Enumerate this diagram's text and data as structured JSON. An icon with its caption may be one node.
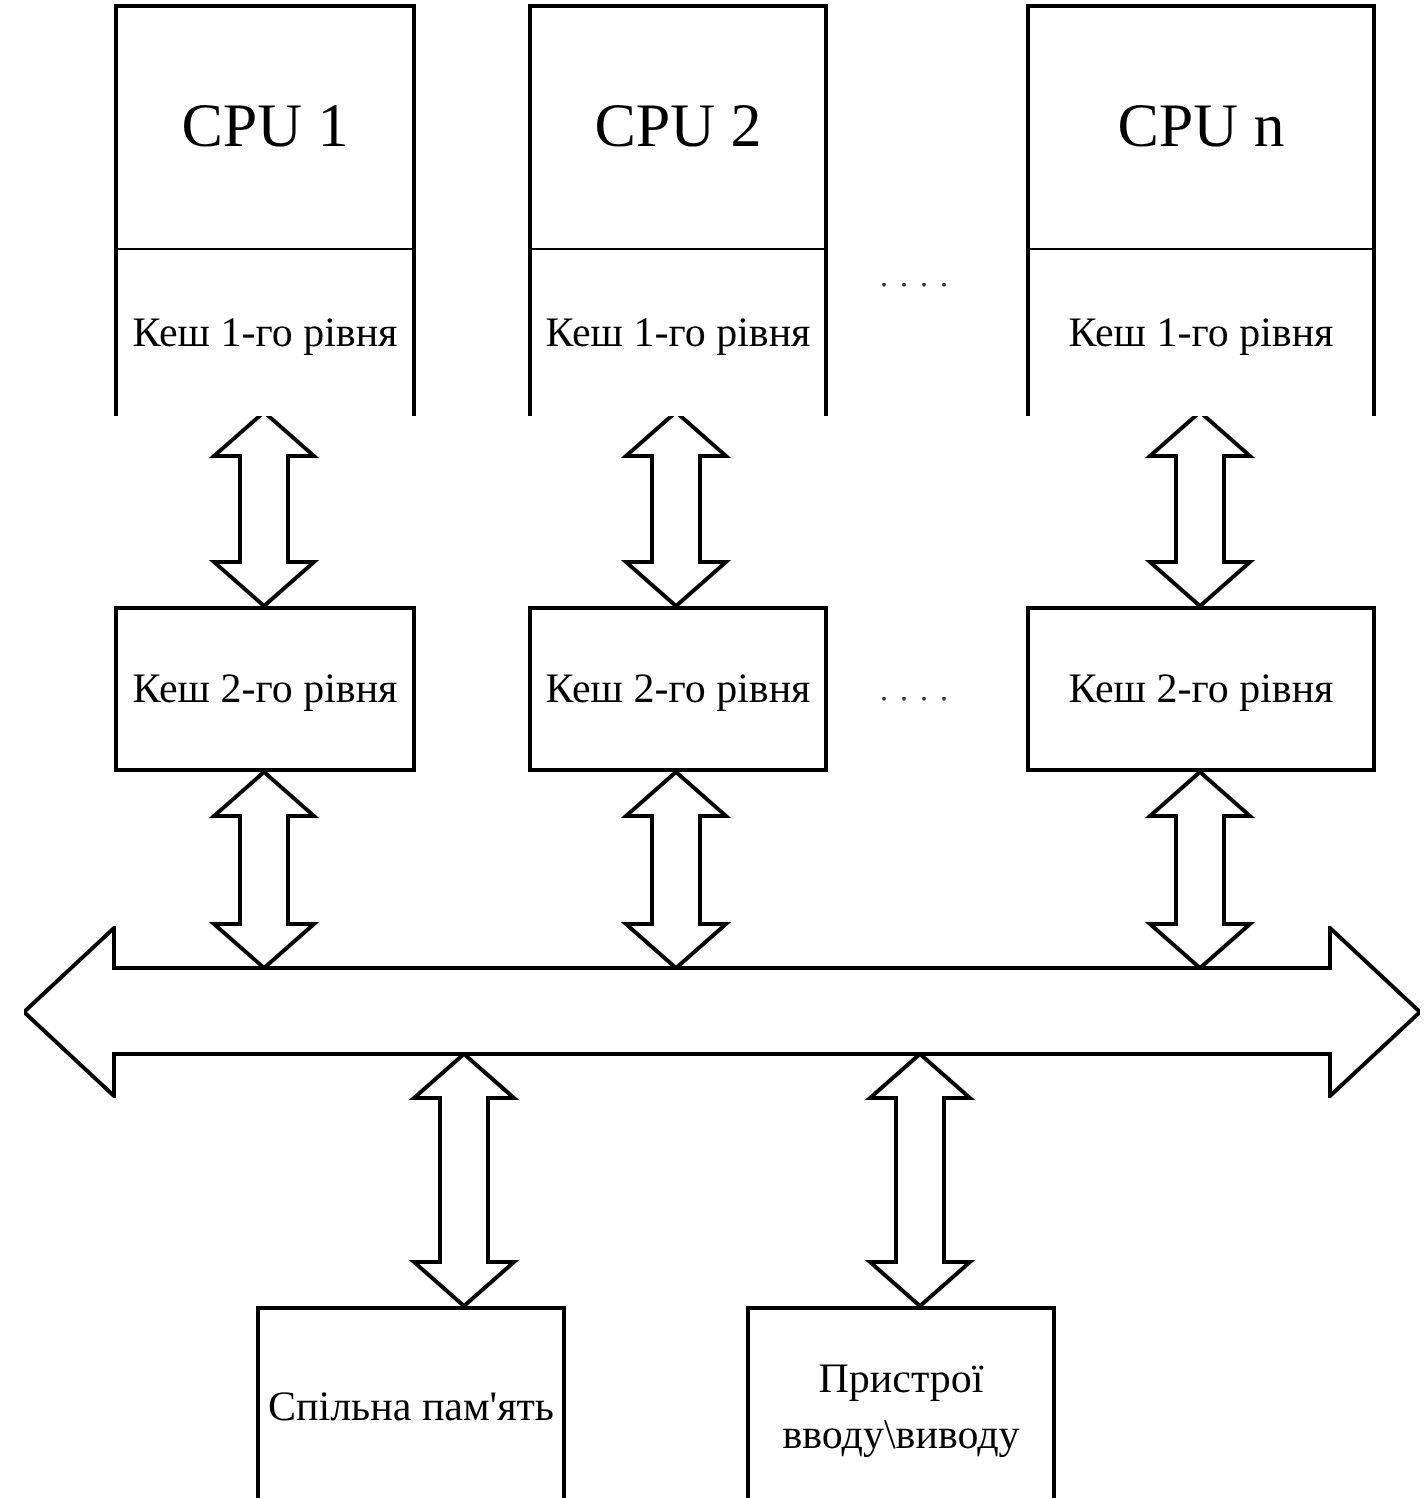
{
  "diagram": {
    "nodes": [
      {
        "text": [
          "CPU 1"
        ]
      },
      {
        "text": [
          "Кеш 1-го рівня"
        ],
        "in": 0
      },
      {
        "text": [
          "CPU 2"
        ]
      },
      {
        "text": [
          "Кеш 1-го рівня"
        ],
        "in": 2
      },
      {
        "text": [
          "CPU n"
        ]
      },
      {
        "text": [
          "Кеш 1-го рівня"
        ],
        "in": 4
      },
      {
        "text": [
          "Кеш 2-го рівня"
        ]
      },
      {
        "text": [
          "Кеш 2-го рівня"
        ]
      },
      {
        "text": [
          "Кеш 2-го рівня"
        ]
      },
      {
        "text": [],
        "shape": "bar"
      },
      {
        "text": [
          "Спільна пам'ять"
        ]
      },
      {
        "text": [
          "Пристрої вводу\\виводу"
        ]
      }
    ],
    "edges": [
      {
        "from": 1,
        "to": 6,
        "arrow": "both"
      },
      {
        "from": 3,
        "to": 7,
        "arrow": "both"
      },
      {
        "from": 5,
        "to": 8,
        "arrow": "both"
      },
      {
        "from": 6,
        "to": 9,
        "arrow": "both"
      },
      {
        "from": 7,
        "to": 9,
        "arrow": "both"
      },
      {
        "from": 8,
        "to": 9,
        "arrow": "both"
      },
      {
        "from": 9,
        "to": 10,
        "arrow": "both"
      },
      {
        "from": 9,
        "to": 11,
        "arrow": "both"
      }
    ],
    "labels": [
      ". . . .",
      ". . . ."
    ]
  }
}
